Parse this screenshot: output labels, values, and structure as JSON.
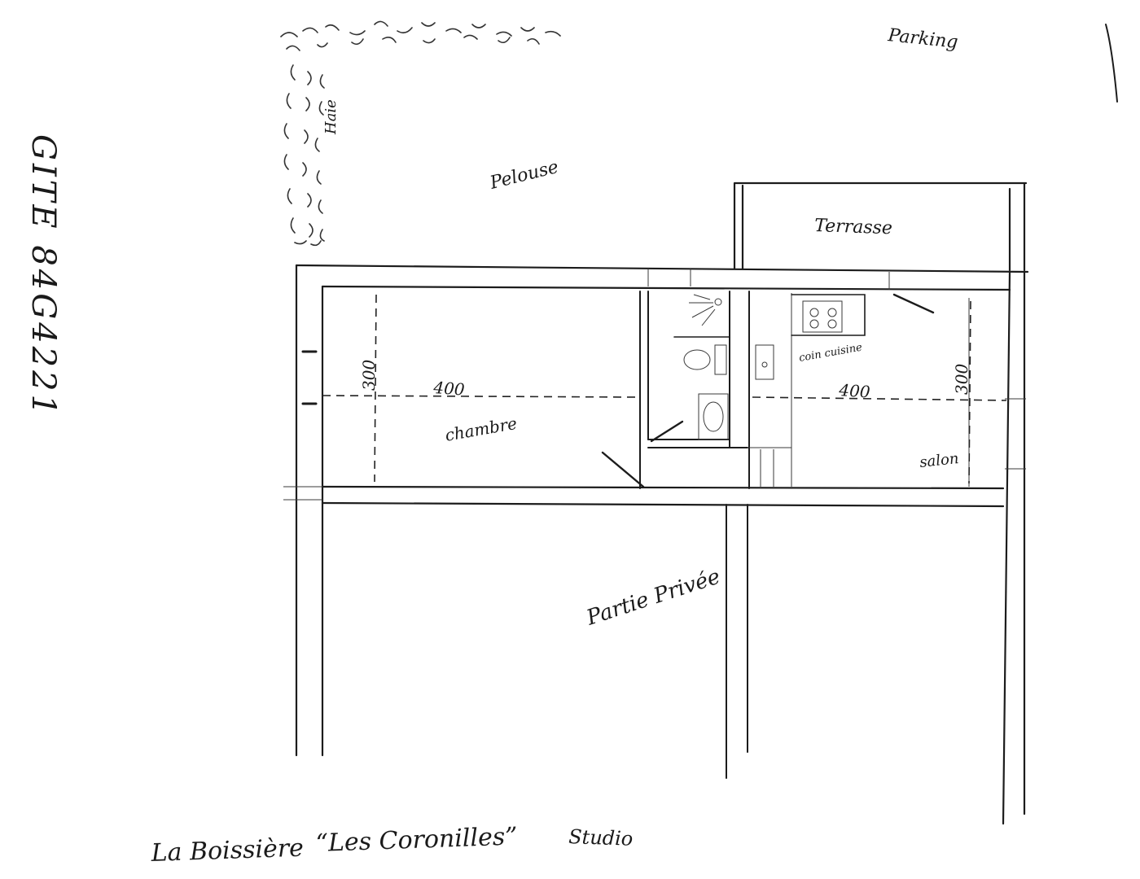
{
  "side_label": "GITE 84G4221",
  "labels": {
    "parking": "Parking",
    "pelouse": "Pelouse",
    "haie": "Haie",
    "terrasse": "Terrasse",
    "coin_cuisine": "coin cuisine",
    "chambre": "chambre",
    "salon": "salon",
    "partie_privee": "Partie Privée"
  },
  "dimensions": {
    "chambre_width": "400",
    "chambre_depth": "300",
    "salon_width": "400",
    "salon_depth": "300"
  },
  "caption": {
    "place": "La Boissière",
    "name": "“Les Coronilles”",
    "type": "Studio"
  }
}
